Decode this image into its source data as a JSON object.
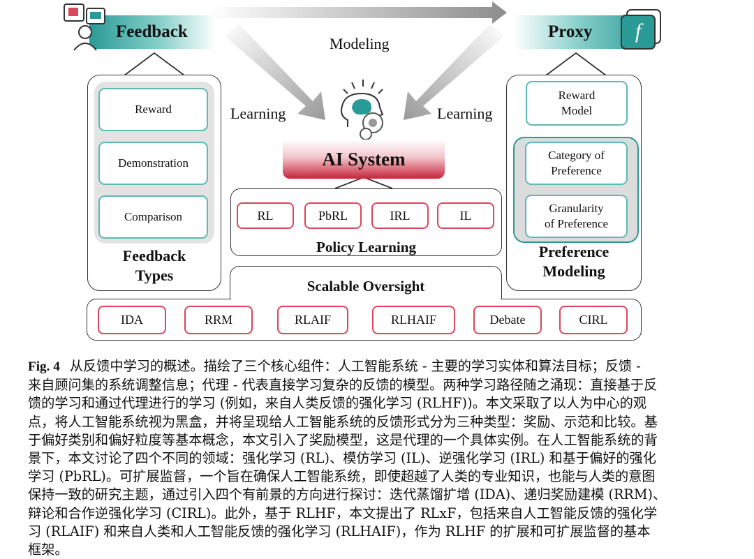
{
  "top": {
    "feedback": "Feedback",
    "proxy": "Proxy",
    "modeling": "Modeling",
    "learning_left": "Learning",
    "learning_right": "Learning"
  },
  "feedback_types": {
    "items": [
      "Reward",
      "Demonstration",
      "Comparison"
    ],
    "title_line1": "Feedback",
    "title_line2": "Types"
  },
  "ai_system": {
    "title": "AI System"
  },
  "policy_learning": {
    "items": [
      "RL",
      "PbRL",
      "IRL",
      "IL"
    ],
    "title": "Policy Learning"
  },
  "preference_modeling": {
    "reward_model_line1": "Reward",
    "reward_model_line2": "Model",
    "category_line1": "Category of",
    "category_line2": "Preference",
    "granularity_line1": "Granularity",
    "granularity_line2": "of Preference",
    "title_line1": "Preference",
    "title_line2": "Modeling"
  },
  "scalable_oversight": {
    "title": "Scalable Oversight",
    "items": [
      "IDA",
      "RRM",
      "RLAIF",
      "RLHAIF",
      "Debate",
      "CIRL"
    ]
  },
  "caption": {
    "label": "Fig. 4",
    "lines": [
      "从反馈中学习的概述。描绘了三个核心组件：人工智能系统 - 主要的学习实体和算法目标；反馈 -",
      "来自顾问集的系统调整信息；代理 - 代表直接学习复杂的反馈的模型。两种学习路径随之涌现：直接基于反",
      "馈的学习和通过代理进行的学习 (例如，来自人类反馈的强化学习 (RLHF))。本文采取了以人为中心的观",
      "点，将人工智能系统视为黑盒，并将呈现给人工智能系统的反馈形式分为三种类型：奖励、示范和比较。基",
      "于偏好类别和偏好粒度等基本概念，本文引入了奖励模型，这是代理的一个具体实例。在人工智能系统的背",
      "景下，本文讨论了四个不同的领域：强化学习 (RL)、模仿学习 (IL)、逆强化学习 (IRL) 和基于偏好的强化",
      "学习 (PbRL)。可扩展监督，一个旨在确保人工智能系统，即使超越了人类的专业知识，也能与人类的意图",
      "保持一致的研究主题，通过引入四个有前景的方向进行探讨：迭代蒸馏扩增 (IDA)、递归奖励建模 (RRM)、",
      "辩论和合作逆强化学习 (CIRL)。此外，基于 RLHF，本文提出了 RLxF，包括来自人工智能反馈的强化学",
      "习 (RLAIF) 和来自人类和人工智能反馈的强化学习 (RLHAIF)，作为 RLHF 的扩展和可扩展监督的基本",
      "框架。"
    ]
  },
  "colors": {
    "teal": "#5db9b4",
    "red": "#d9475a",
    "dark_teal": "#2a9a96"
  }
}
